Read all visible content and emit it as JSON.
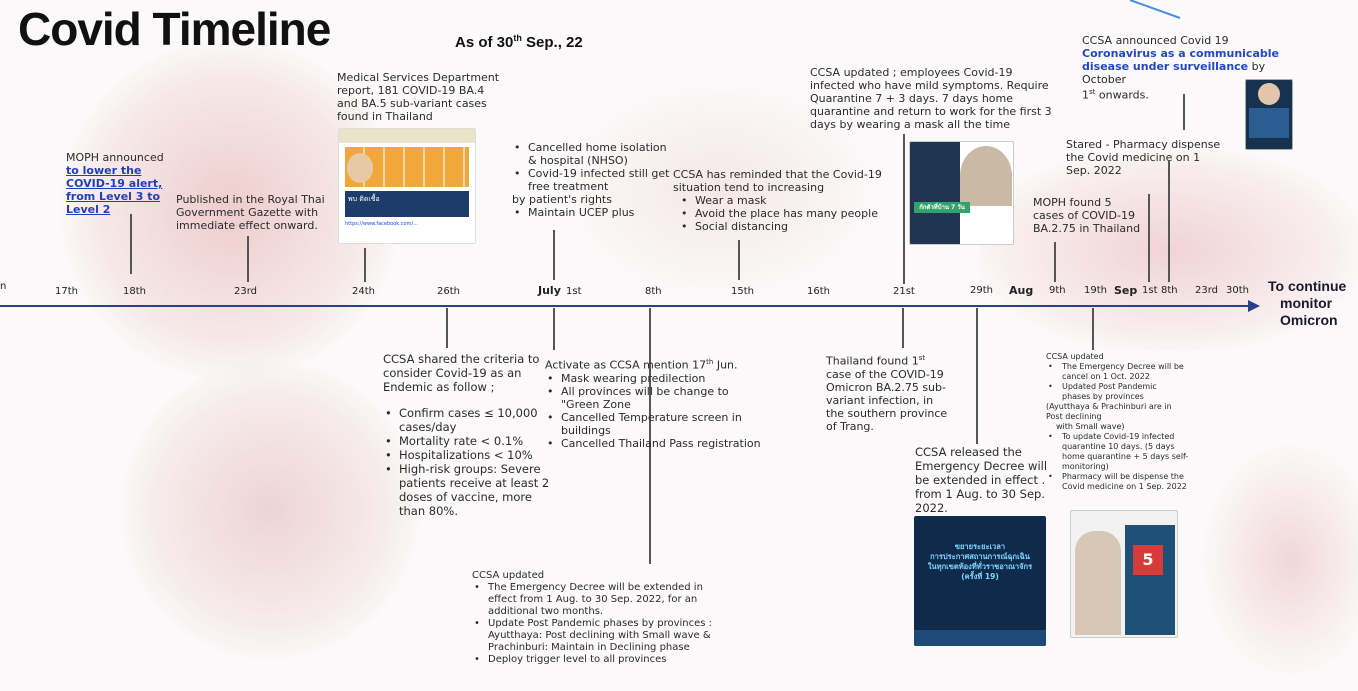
{
  "header": {
    "title": "Covid Timeline",
    "as_of_prefix": "As of 30",
    "as_of_sup": "th",
    "as_of_suffix": " Sep., 22"
  },
  "timeline": {
    "ticks": [
      "17th",
      "18th",
      "23rd",
      "24th",
      "26th",
      "July",
      "1st",
      "8th",
      "15th",
      "16th",
      "21st",
      "29th",
      "Aug",
      "9th",
      "19th",
      "Sep",
      "1st",
      "8th",
      "23rd",
      "30th"
    ],
    "left_cut": "n",
    "continue_label_1": "To continue",
    "continue_label_2": "monitor",
    "continue_label_3": "Omicron"
  },
  "events_above": {
    "e18": {
      "line1": "MOPH announced",
      "link1": "to lower the",
      "link2": "COVID-19 alert,",
      "link3": "from Level 3 to",
      "link4": "Level 2"
    },
    "e23": {
      "line1": "Published in the Royal Thai",
      "line2": "Government Gazette with",
      "line3": "immediate effect onward."
    },
    "e24": {
      "line1": "Medical Services Department",
      "line2": "report, 181 COVID-19 BA.4",
      "line3": "and BA.5 sub-variant cases",
      "line4": "found in Thailand",
      "thumb_text": "พบ ติดเชื้อ",
      "thumb_link": "https://www.facebook.com/..."
    },
    "e1jul": {
      "b1a": "Cancelled home isolation",
      "b1b": "& hospital (NHSO)",
      "b2a": "Covid-19 infected still get",
      "b2b": "free treatment",
      "b2c": "by patient's rights",
      "b3": "Maintain UCEP plus"
    },
    "e15": {
      "line1": "CCSA has reminded that the Covid-19",
      "line2": "situation tend to increasing",
      "b1": "Wear a mask",
      "b2": "Avoid the place has many people",
      "b3": "Social distancing"
    },
    "e21": {
      "line1": "CCSA updated ; employees Covid-19",
      "line2": "infected who have mild symptoms. Require",
      "line3": "Quarantine  7 + 3 days. 7 days home",
      "line4": "quarantine and return to work for the first 3",
      "line5": "days by wearing a mask all the time",
      "thumb_badge": "กักตัวที่บ้าน 7 วัน"
    },
    "e9aug": {
      "line1": "MOPH found 5",
      "line2": "cases of COVID-19",
      "line3": "BA.2.75 in Thailand"
    },
    "e1sep": {
      "line1": "Stared - Pharmacy dispense",
      "line2": "the Covid medicine on 1",
      "line3": "Sep. 2022"
    },
    "e8sep": {
      "line1": "CCSA announced Covid 19",
      "blue1": "Coronavirus as a communicable",
      "blue2": "disease under surveillance",
      "after": " by October",
      "line3a": "1",
      "line3sup": "st",
      "line3b": "  onwards."
    }
  },
  "events_below": {
    "e26": {
      "line1": "CCSA shared the criteria to",
      "line2": "consider Covid-19 as an",
      "line3": "Endemic as follow ;",
      "b1a": "Confirm cases ≤ 10,000",
      "b1b": "cases/day",
      "b2": "Mortality rate < 0.1%",
      "b3": "Hospitalizations < 10%",
      "b4a": "High-risk groups: Severe",
      "b4b": "patients receive at least 2",
      "b4c": "doses of vaccine, more",
      "b4d": "than 80%."
    },
    "e1jul": {
      "line1": "Activate as CCSA mention 17",
      "line1sup": "th",
      "line1b": " Jun.",
      "b1": "Mask wearing predilection",
      "b2a": "All provinces will be change to",
      "b2b": "\"Green Zone",
      "b3a": "Cancelled Temperature screen in",
      "b3b": "buildings",
      "b4": "Cancelled Thailand Pass registration"
    },
    "e8": {
      "line1": "CCSA updated",
      "b1a": "The Emergency Decree will be extended in",
      "b1b": "effect from 1 Aug. to 30 Sep. 2022, for an",
      "b1c": "additional two months.",
      "b2a": "Update Post Pandemic phases by provinces :",
      "b2b": "Ayutthaya: Post declining with Small wave &",
      "b2c": "Prachinburi: Maintain in Declining phase",
      "b3": "Deploy trigger level to all provinces"
    },
    "e21": {
      "line1a": "Thailand found 1",
      "line1sup": "st",
      "line2": "case of the COVID-19",
      "line3": "Omicron BA.2.75 sub-",
      "line4": "variant infection, in",
      "line5": "the southern province",
      "line6": "of Trang."
    },
    "e29": {
      "line1": "CCSA released the",
      "line2": "Emergency Decree will",
      "line3": "be extended in effect .",
      "line4": "from 1 Aug. to 30 Sep.",
      "line5": "2022.",
      "thumb1": "ขยายระยะเวลา",
      "thumb2": "การประกาศสถานการณ์ฉุกเฉิน",
      "thumb3": "ในทุกเขตท้องที่ทั่วราชอาณาจักร",
      "thumb4": "(ครั้งที่ 19)"
    },
    "e19sep": {
      "line1": "CCSA updated",
      "b1a": "The Emergency Decree will be",
      "b1b": "cancel on 1 Oct. 2022",
      "b2a": "Updated Post Pandemic",
      "b2b": "phases by provinces",
      "b2c": "(Ayutthaya & Prachinburi are in",
      "b2d": "Post declining",
      "b2e": "with Small wave)",
      "b3a": "To update Covid-19 infected",
      "b3b": "quarantine 10 days. (5 days",
      "b3c": "home quarantine + 5 days self-",
      "b3d": "monitoring)",
      "b4a": "Pharmacy will be dispense the",
      "b4b": "Covid medicine on 1 Sep. 2022",
      "thumb_five": "5"
    }
  },
  "colors": {
    "axis": "#2c3e8c",
    "link_blue": "#1f3fbf",
    "callout_arrow": "#4a90e2"
  }
}
